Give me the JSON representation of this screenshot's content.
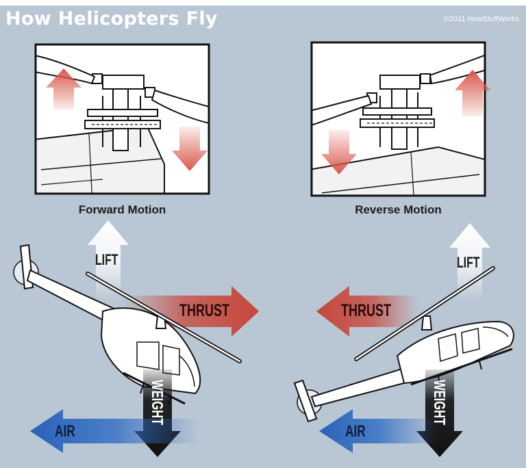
{
  "header": {
    "title": "How Helicopters Fly",
    "copyright": "©2011 HowStuffWorks"
  },
  "panels": {
    "forward_caption": "Forward Motion",
    "reverse_caption": "Reverse Motion"
  },
  "forces": {
    "lift": "LIFT",
    "thrust": "THRUST",
    "weight": "WEIGHT",
    "air": "AIR"
  },
  "colors": {
    "background": "#b9c6d3",
    "thrust_arrow": "#c7463a",
    "air_arrow": "#2f6cc4",
    "weight_arrow": "#111111",
    "lift_arrow": "#ffffff"
  }
}
